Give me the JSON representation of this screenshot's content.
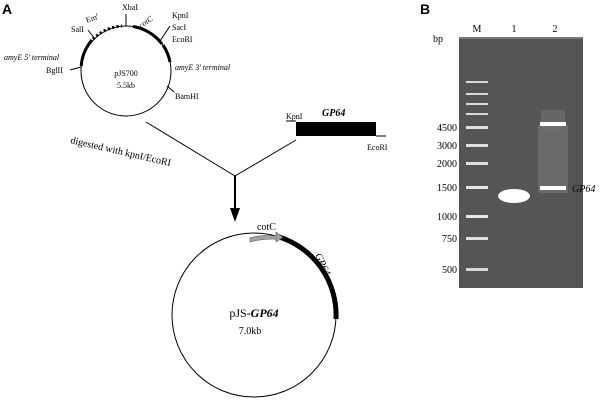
{
  "panel_a": {
    "label": "A",
    "plasmid": {
      "name": "pJS700",
      "size": "5.5kb",
      "sites": {
        "xbai": "XbaI",
        "kpni": "KpnI",
        "saci": "SacI",
        "ecori": "EcoRI",
        "sali": "SalI",
        "bglii": "BglII",
        "bamhi": "BamHI"
      },
      "features": {
        "em": "Em",
        "em_sup": "r",
        "cotc": "cotC",
        "amye5": "amyE 5' terminal",
        "amye3": "amyE 3' terminal"
      }
    },
    "insert": {
      "name": "GP64",
      "left_site": "KpnI",
      "right_site": "EcoRI"
    },
    "digest_label": "digested with kpnI/EcoRI",
    "product": {
      "name_prefix": "pJS",
      "name_dash": "-",
      "name_gene": "GP64",
      "size": "7.0kb",
      "cotc": "cotC",
      "gene_label": "GP64"
    }
  },
  "panel_b": {
    "label": "B",
    "unit": "bp",
    "lanes": [
      "M",
      "1",
      "2"
    ],
    "ladder": [
      "4500",
      "3000",
      "2000",
      "1500",
      "1000",
      "750",
      "500"
    ],
    "band_label": "GP64"
  },
  "colors": {
    "gel_bg": "#555555",
    "band": "#ffffff",
    "cotc_arrow": "#a0a0a0",
    "line": "#000000"
  }
}
